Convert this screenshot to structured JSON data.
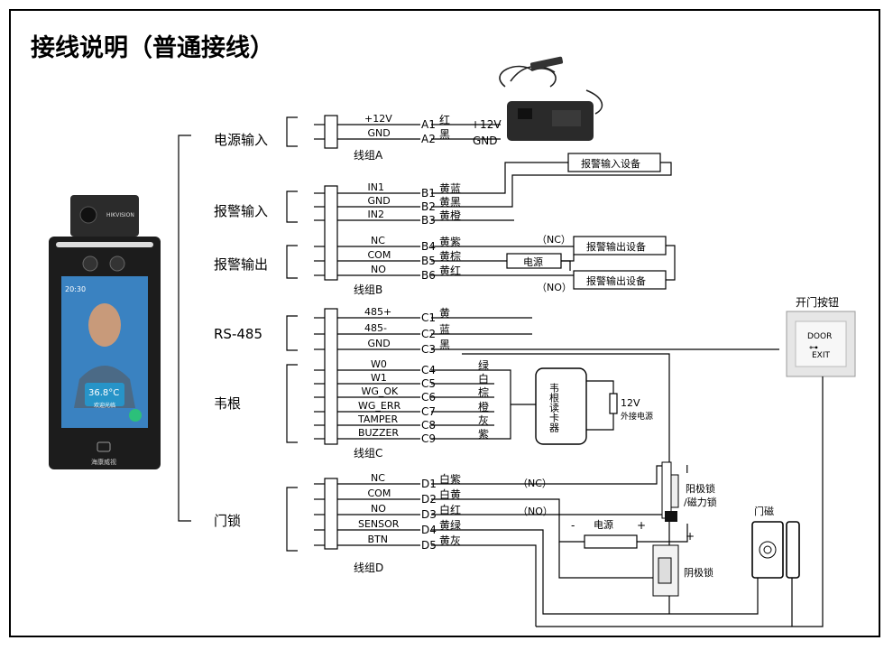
{
  "title": "接线说明（普通接线）",
  "device": {
    "brand": "HIKVISION",
    "time": "20:30",
    "temperature": "36.8°C",
    "welcome": "欢迎光临",
    "bottom_brand": "海康威视"
  },
  "groups": [
    {
      "id": "power",
      "label": "电源输入"
    },
    {
      "id": "alarm_in",
      "label": "报警输入"
    },
    {
      "id": "alarm_out",
      "label": "报警输出"
    },
    {
      "id": "rs485",
      "label": "RS-485"
    },
    {
      "id": "wiegand",
      "label": "韦根"
    },
    {
      "id": "lock",
      "label": "门锁"
    }
  ],
  "bundles": {
    "A": "线组A",
    "B": "线组B",
    "C": "线组C",
    "D": "线组D"
  },
  "wires": {
    "A": [
      {
        "sig": "+12V",
        "pin": "A1",
        "color": "红"
      },
      {
        "sig": "GND",
        "pin": "A2",
        "color": "黑"
      }
    ],
    "B_in": [
      {
        "sig": "IN1",
        "pin": "B1",
        "color": "黄蓝"
      },
      {
        "sig": "GND",
        "pin": "B2",
        "color": "黄黑"
      },
      {
        "sig": "IN2",
        "pin": "B3",
        "color": "黄橙"
      }
    ],
    "B_out": [
      {
        "sig": "NC",
        "pin": "B4",
        "color": "黄紫"
      },
      {
        "sig": "COM",
        "pin": "B5",
        "color": "黄棕"
      },
      {
        "sig": "NO",
        "pin": "B6",
        "color": "黄红"
      }
    ],
    "C_rs": [
      {
        "sig": "485+",
        "pin": "C1",
        "color": "黄"
      },
      {
        "sig": "485-",
        "pin": "C2",
        "color": "蓝"
      },
      {
        "sig": "GND",
        "pin": "C3",
        "color": "黑"
      }
    ],
    "C_wg": [
      {
        "sig": "W0",
        "pin": "C4",
        "color": "绿"
      },
      {
        "sig": "W1",
        "pin": "C5",
        "color": "白"
      },
      {
        "sig": "WG_OK",
        "pin": "C6",
        "color": "棕"
      },
      {
        "sig": "WG_ERR",
        "pin": "C7",
        "color": "橙"
      },
      {
        "sig": "TAMPER",
        "pin": "C8",
        "color": "灰"
      },
      {
        "sig": "BUZZER",
        "pin": "C9",
        "color": "紫"
      }
    ],
    "D": [
      {
        "sig": "NC",
        "pin": "D1",
        "color": "白紫"
      },
      {
        "sig": "COM",
        "pin": "D2",
        "color": "白黄"
      },
      {
        "sig": "NO",
        "pin": "D3",
        "color": "白红"
      },
      {
        "sig": "SENSOR",
        "pin": "D4",
        "color": "黄绿"
      },
      {
        "sig": "BTN",
        "pin": "D5",
        "color": "黄灰"
      }
    ]
  },
  "adapter": {
    "plus": "+12V",
    "gnd": "GND"
  },
  "peripherals": {
    "alarm_in_device": "报警输入设备",
    "alarm_out_device": "报警输出设备",
    "nc": "（NC）",
    "no": "（NO）",
    "power": "电源",
    "exit_button_title": "开门按钮",
    "exit_door": "DOOR",
    "exit_exit": "EXIT",
    "card_reader": "韦根读卡器",
    "ext_power_v": "12V",
    "ext_power": "外接电源",
    "anode_lock": "阳极锁",
    "mag_lock": "/磁力锁",
    "cathode_lock": "阴极锁",
    "door_contact": "门磁",
    "lock_nc": "（NC）",
    "lock_no": "（NO）",
    "lock_power": "电源",
    "minus": "-",
    "plus": "+"
  }
}
